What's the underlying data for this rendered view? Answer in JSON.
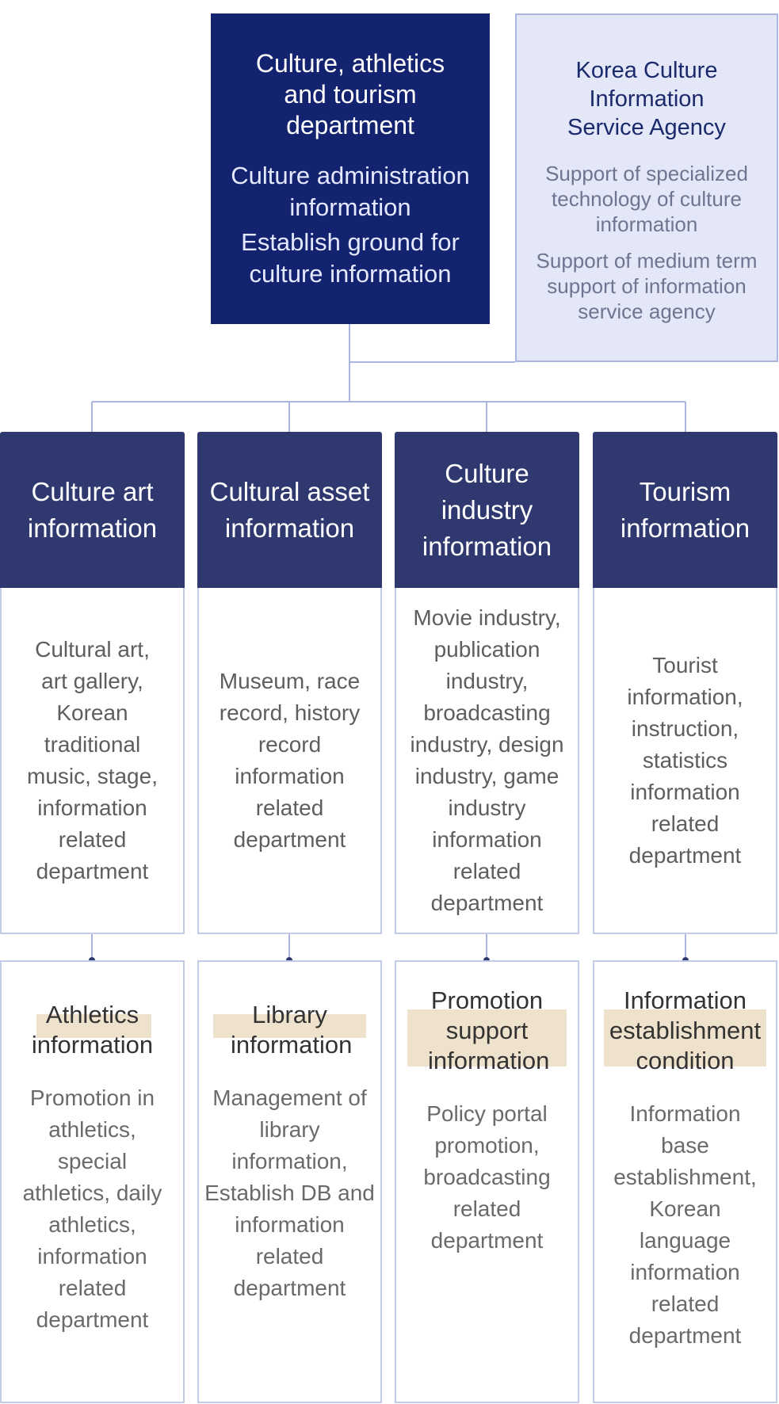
{
  "top": {
    "title_lines": [
      "Culture, athletics",
      "and tourism",
      "department"
    ],
    "lines": [
      "Culture administration information",
      "Establish ground for culture information"
    ]
  },
  "agency": {
    "title_lines": [
      "Korea Culture",
      "Information",
      "Service Agency"
    ],
    "lines": [
      "Support of specialized technology of culture information",
      "Support of medium term support of information service agency"
    ]
  },
  "columns": [
    {
      "title": "Culture art information",
      "body": "Cultural art, art gallery, Korean traditional music, stage, information related department",
      "sub_title": "Athletics information",
      "sub_text": "Promotion in athletics, special athletics, daily athletics, information related department"
    },
    {
      "title": "Cultural asset information",
      "body": "Museum, race record, history record information related department",
      "sub_title": "Library information",
      "sub_text": "Management of library information, Establish DB and information related department"
    },
    {
      "title": "Culture industry information",
      "body": "Movie industry, publication industry, broadcasting industry, design industry, game industry information related department",
      "sub_title": "Promotion support information",
      "sub_text": "Policy portal promotion, broadcasting related department"
    },
    {
      "title": "Tourism information",
      "body": "Tourist information, instruction, statistics information related department",
      "sub_title": "Information establishment condition",
      "sub_text": "Information base establishment, Korean language information related department"
    }
  ],
  "colors": {
    "top_dept_bg": "#13236f",
    "agency_bg": "#e3e7f7",
    "column_header_bg": "#2f396f",
    "border": "#c2cbe8",
    "highlight": "#efe2cc"
  }
}
